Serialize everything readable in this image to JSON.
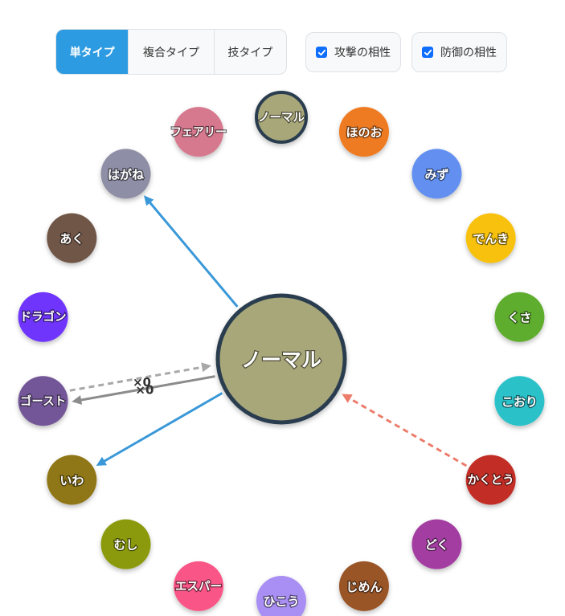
{
  "mode_tabs": [
    {
      "label": "単タイプ",
      "active": true
    },
    {
      "label": "複合タイプ",
      "active": false
    },
    {
      "label": "技タイプ",
      "active": false
    }
  ],
  "checkboxes": {
    "attack": {
      "label": "攻撃の相性",
      "checked": true
    },
    "defense": {
      "label": "防御の相性",
      "checked": true
    }
  },
  "center": {
    "label": "ノーマル",
    "color": "#a8a77a"
  },
  "types": [
    {
      "name": "ノーマル",
      "color": "#a8a77a",
      "selected": true
    },
    {
      "name": "ほのお",
      "color": "#ee7a20"
    },
    {
      "name": "みず",
      "color": "#6390f0"
    },
    {
      "name": "でんき",
      "color": "#f7c10a"
    },
    {
      "name": "くさ",
      "color": "#5fad2e"
    },
    {
      "name": "こおり",
      "color": "#2bc1c9"
    },
    {
      "name": "かくとう",
      "color": "#c22e28"
    },
    {
      "name": "どく",
      "color": "#a33ea1"
    },
    {
      "name": "じめん",
      "color": "#9a5527"
    },
    {
      "name": "ひこう",
      "color": "#a98ff3"
    },
    {
      "name": "エスパー",
      "color": "#f95587"
    },
    {
      "name": "むし",
      "color": "#8b9a11"
    },
    {
      "name": "いわ",
      "color": "#8f7618"
    },
    {
      "name": "ゴースト",
      "color": "#735797"
    },
    {
      "name": "ドラゴン",
      "color": "#6f35fc"
    },
    {
      "name": "あく",
      "color": "#705746"
    },
    {
      "name": "はがね",
      "color": "#8e8ea6"
    },
    {
      "name": "フェアリー",
      "color": "#d7798e"
    }
  ],
  "relations": [
    {
      "target": "はがね",
      "kind": "attack-weak",
      "color": "#3a98d8"
    },
    {
      "target": "いわ",
      "kind": "attack-weak",
      "color": "#3a98d8"
    },
    {
      "target": "ゴースト",
      "kind": "attack-none",
      "color": "#8c8c8c",
      "label": "×0"
    },
    {
      "target": "ゴースト",
      "kind": "defense-none",
      "color": "#a8a8a8",
      "label": "×0"
    },
    {
      "target": "かくとう",
      "kind": "defense-weak",
      "color": "#ec7b6a"
    }
  ],
  "colors": {
    "accent": "#2d9be2",
    "checkbox": "#0d6efd",
    "center_border": "#2c3e50"
  }
}
